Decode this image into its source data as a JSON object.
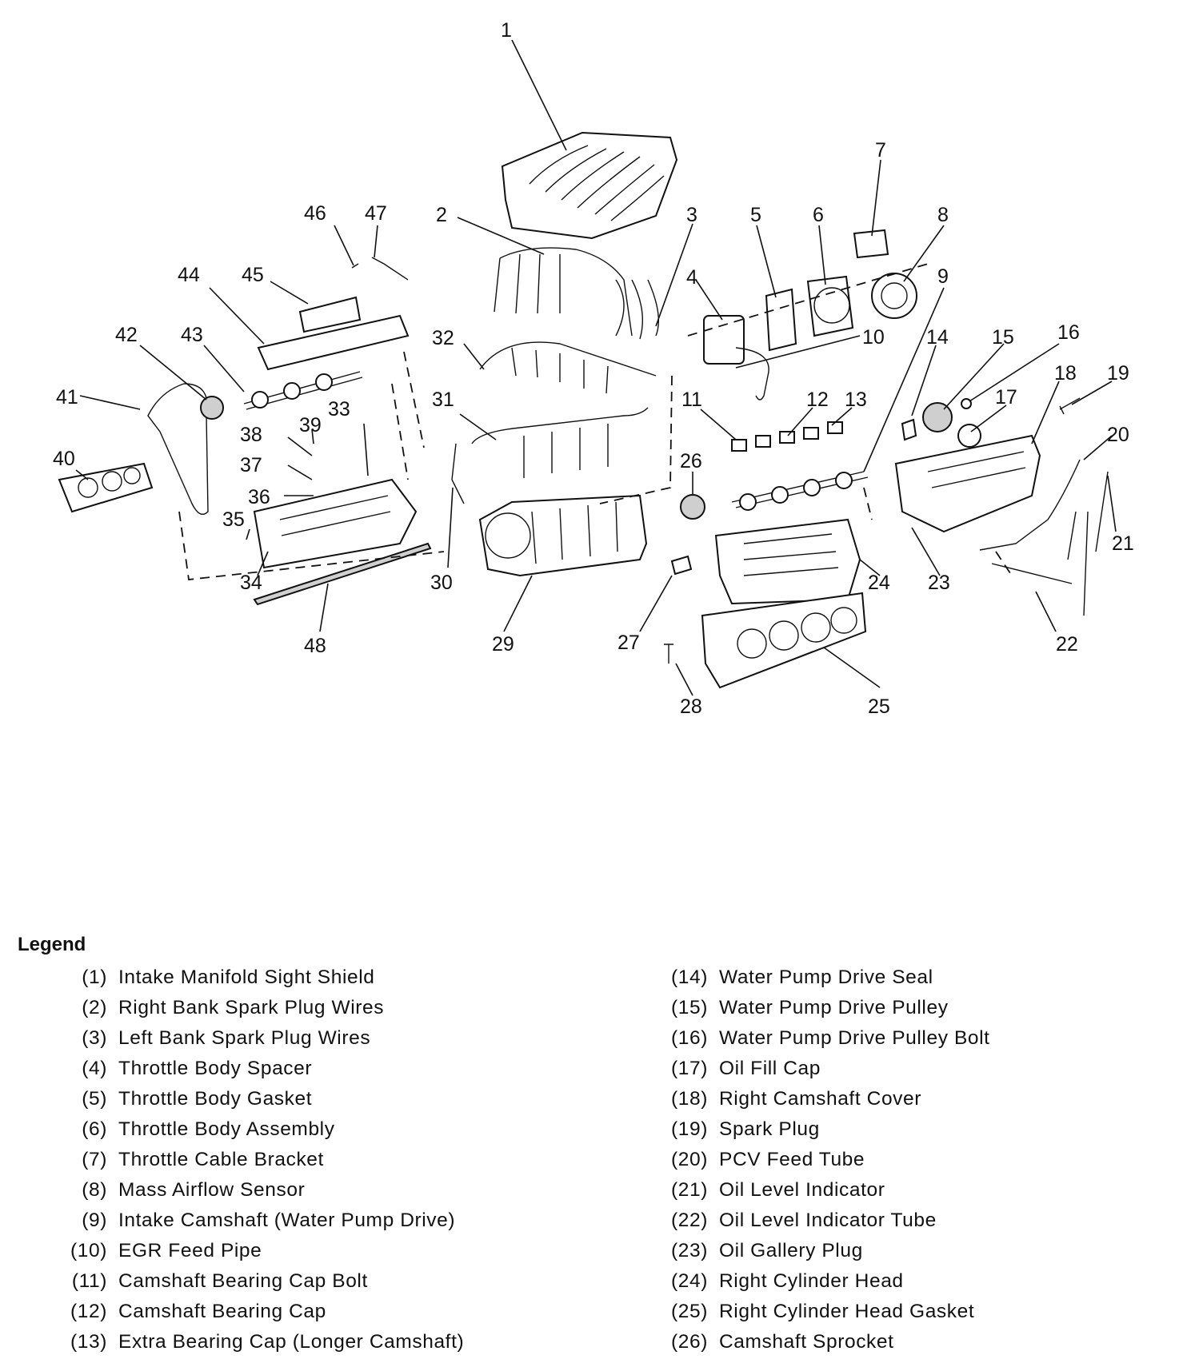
{
  "diagram": {
    "callouts": [
      "1",
      "2",
      "3",
      "4",
      "5",
      "6",
      "7",
      "8",
      "9",
      "10",
      "11",
      "12",
      "13",
      "14",
      "15",
      "16",
      "17",
      "18",
      "19",
      "20",
      "21",
      "22",
      "23",
      "24",
      "25",
      "26",
      "27",
      "28",
      "29",
      "30",
      "31",
      "32",
      "33",
      "34",
      "35",
      "36",
      "37",
      "38",
      "39",
      "40",
      "41",
      "42",
      "43",
      "44",
      "45",
      "46",
      "47",
      "48"
    ]
  },
  "legend": {
    "title": "Legend",
    "left": [
      {
        "num": "(1)",
        "label": "Intake Manifold Sight Shield"
      },
      {
        "num": "(2)",
        "label": "Right Bank Spark Plug Wires"
      },
      {
        "num": "(3)",
        "label": "Left Bank Spark Plug Wires"
      },
      {
        "num": "(4)",
        "label": "Throttle Body Spacer"
      },
      {
        "num": "(5)",
        "label": "Throttle Body Gasket"
      },
      {
        "num": "(6)",
        "label": "Throttle Body Assembly"
      },
      {
        "num": "(7)",
        "label": "Throttle Cable Bracket"
      },
      {
        "num": "(8)",
        "label": "Mass Airflow Sensor"
      },
      {
        "num": "(9)",
        "label": "Intake Camshaft (Water Pump Drive)"
      },
      {
        "num": "(10)",
        "label": "EGR Feed Pipe"
      },
      {
        "num": "(11)",
        "label": "Camshaft Bearing Cap Bolt"
      },
      {
        "num": "(12)",
        "label": "Camshaft Bearing Cap"
      },
      {
        "num": "(13)",
        "label": "Extra Bearing Cap (Longer Camshaft)"
      }
    ],
    "right": [
      {
        "num": "(14)",
        "label": "Water Pump Drive Seal"
      },
      {
        "num": "(15)",
        "label": "Water Pump Drive Pulley"
      },
      {
        "num": "(16)",
        "label": "Water Pump Drive Pulley Bolt"
      },
      {
        "num": "(17)",
        "label": "Oil Fill Cap"
      },
      {
        "num": "(18)",
        "label": "Right Camshaft Cover"
      },
      {
        "num": "(19)",
        "label": "Spark Plug"
      },
      {
        "num": "(20)",
        "label": "PCV Feed Tube"
      },
      {
        "num": "(21)",
        "label": "Oil Level Indicator"
      },
      {
        "num": "(22)",
        "label": "Oil Level Indicator Tube"
      },
      {
        "num": "(23)",
        "label": "Oil Gallery Plug"
      },
      {
        "num": "(24)",
        "label": "Right Cylinder Head"
      },
      {
        "num": "(25)",
        "label": "Right Cylinder Head Gasket"
      },
      {
        "num": "(26)",
        "label": "Camshaft Sprocket"
      }
    ]
  }
}
